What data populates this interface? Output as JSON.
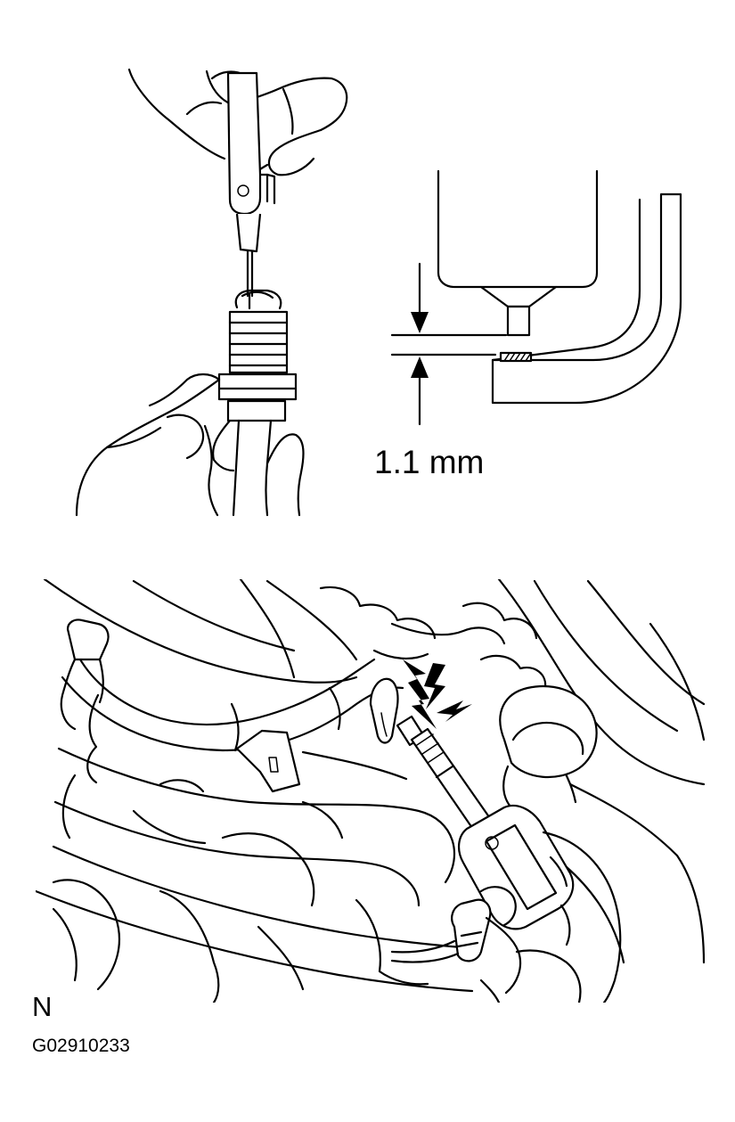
{
  "gap_label": "1.1 mm",
  "corner_mark": "N",
  "figure_id": "G02910233",
  "colors": {
    "line": "#000000",
    "background": "#ffffff"
  }
}
